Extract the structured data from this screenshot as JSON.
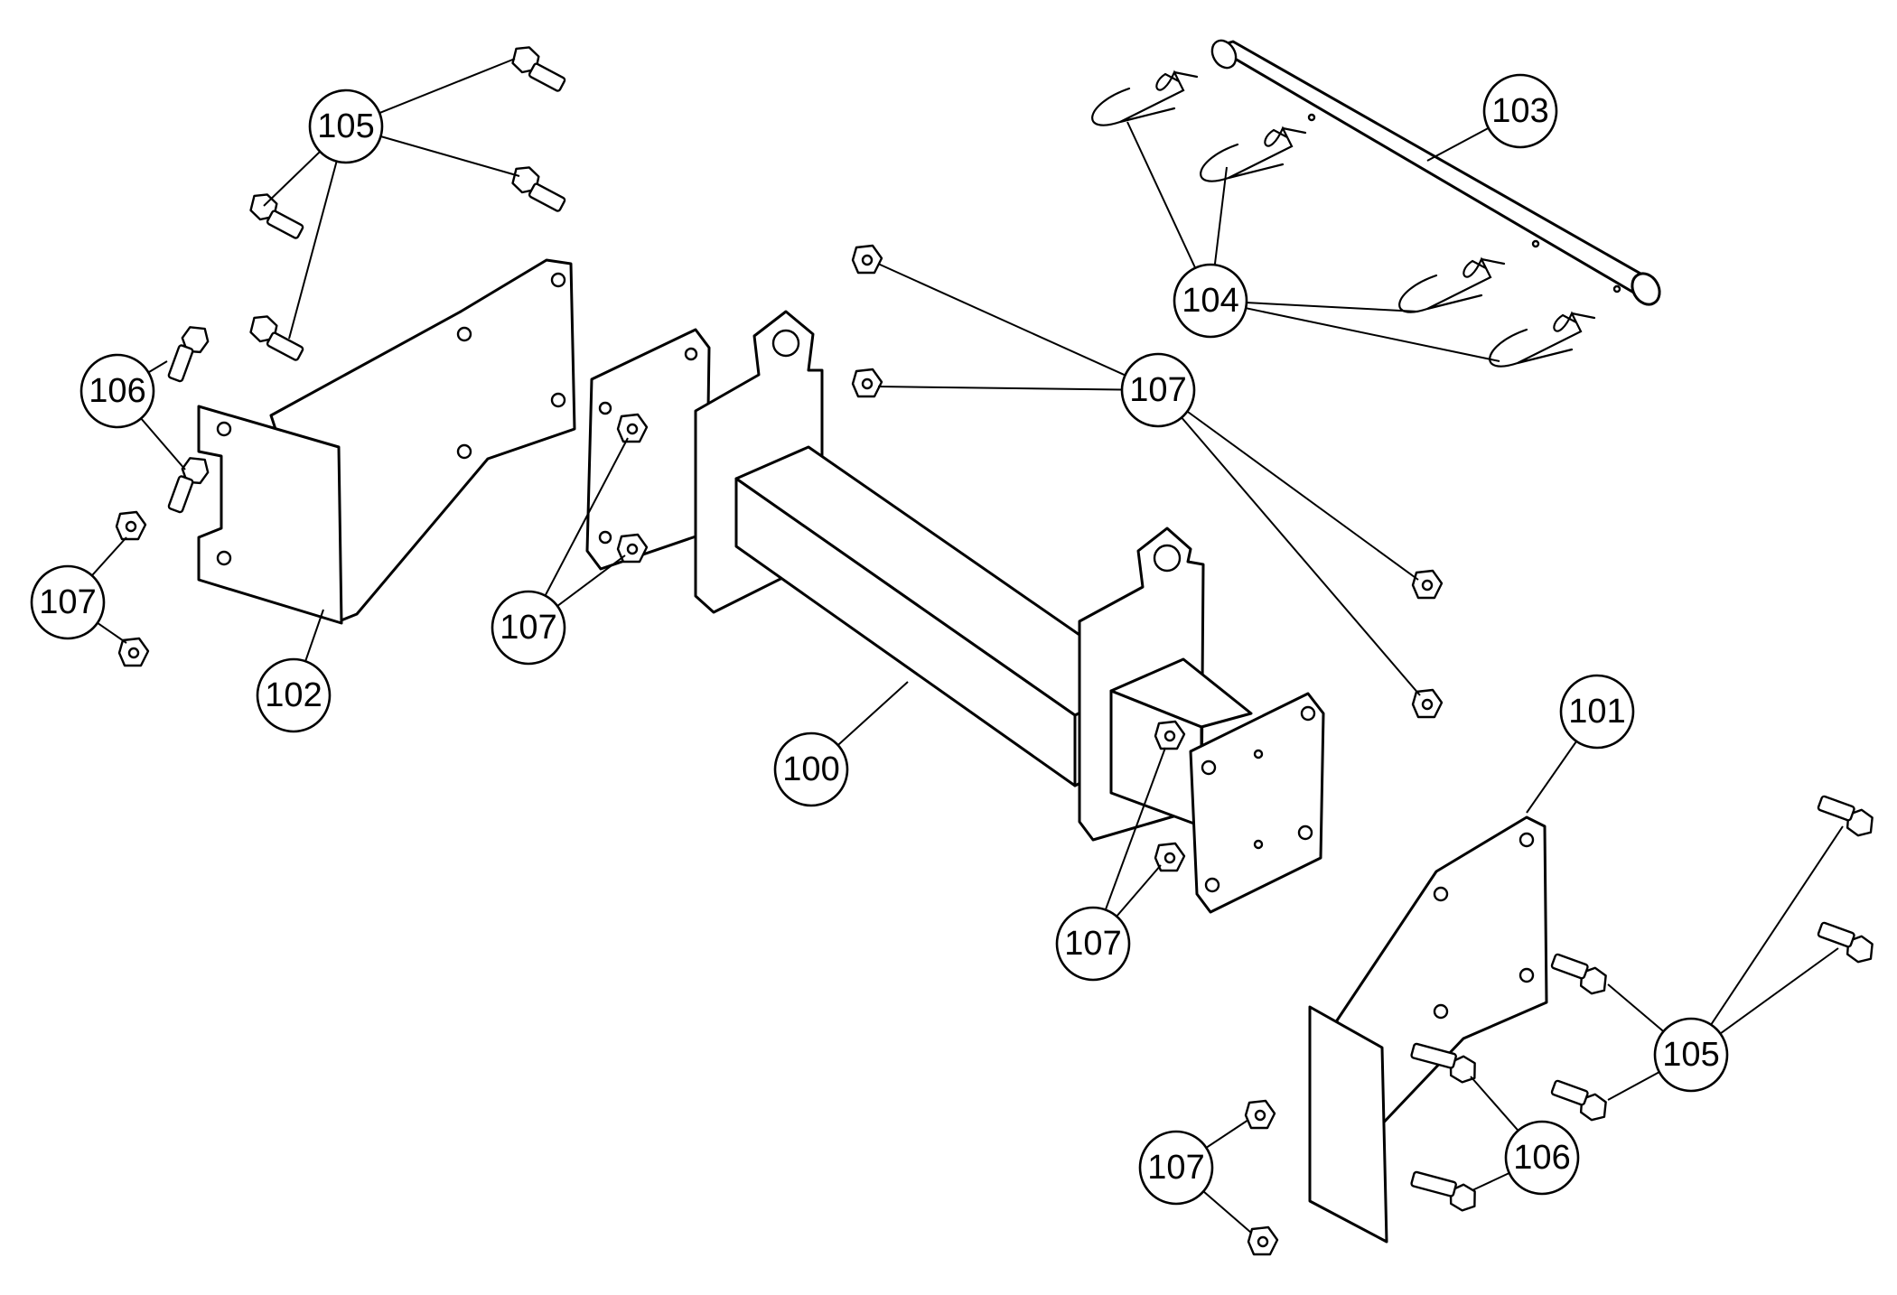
{
  "diagram": {
    "callouts": [
      {
        "id": "c100",
        "label": "100"
      },
      {
        "id": "c101",
        "label": "101"
      },
      {
        "id": "c102",
        "label": "102"
      },
      {
        "id": "c103",
        "label": "103"
      },
      {
        "id": "c104",
        "label": "104"
      },
      {
        "id": "c105a",
        "label": "105"
      },
      {
        "id": "c105b",
        "label": "105"
      },
      {
        "id": "c106a",
        "label": "106"
      },
      {
        "id": "c106b",
        "label": "106"
      },
      {
        "id": "c107a",
        "label": "107"
      },
      {
        "id": "c107b",
        "label": "107"
      },
      {
        "id": "c107c",
        "label": "107"
      },
      {
        "id": "c107d",
        "label": "107"
      },
      {
        "id": "c107e",
        "label": "107"
      }
    ]
  }
}
